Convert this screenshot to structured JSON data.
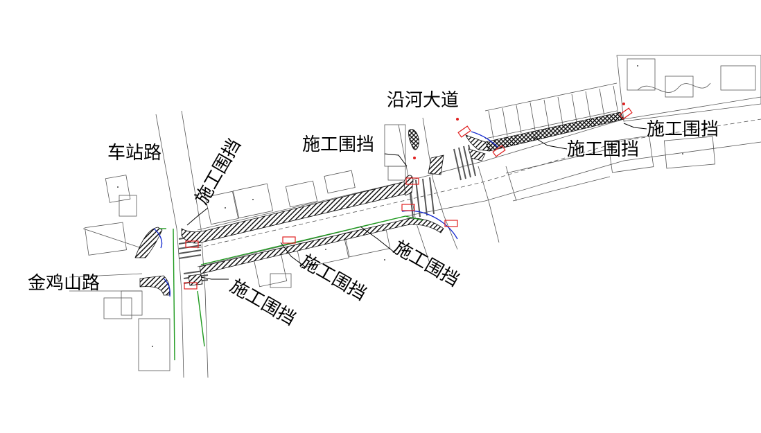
{
  "roads": {
    "yanhe": "沿河大道",
    "chezhan": "车站路",
    "jinjishan": "金鸡山路"
  },
  "callouts": {
    "label": "施工围挡"
  },
  "colors": {
    "hatch": "#111111",
    "barrier_box": "#e02020",
    "edge_blue": "#1a2fd0",
    "edge_green": "#1e9a1e",
    "linework": "#555555"
  }
}
